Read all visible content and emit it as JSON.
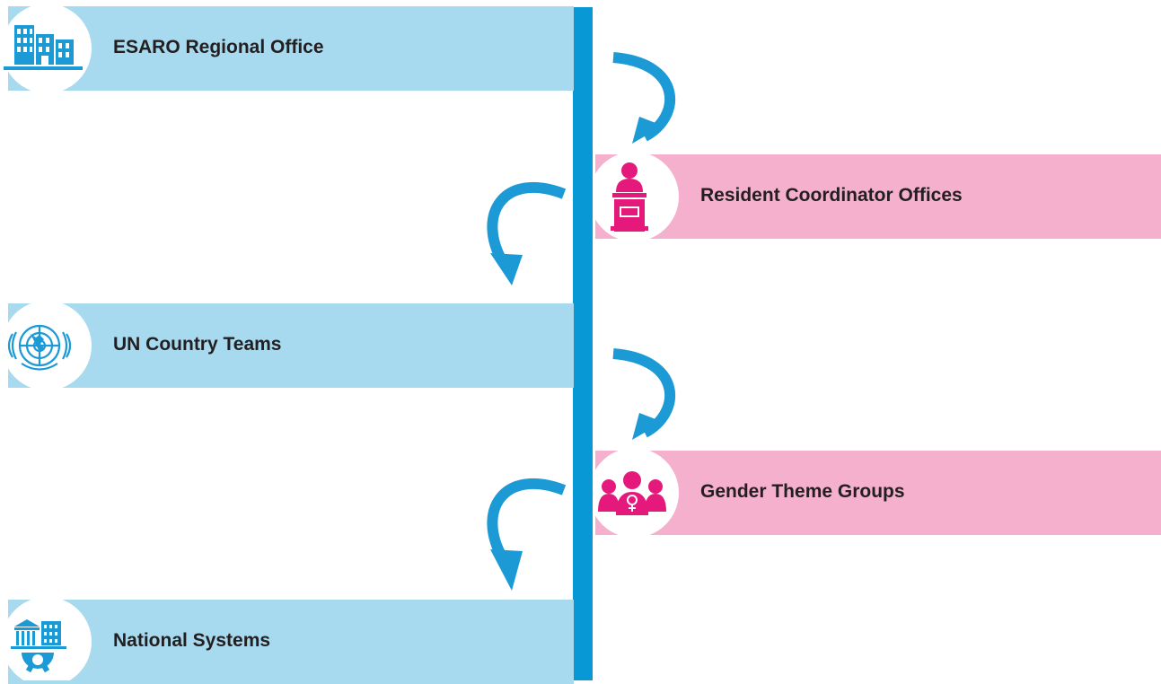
{
  "colors": {
    "blue_band": "#a7d9ef",
    "pink_band": "#f5b0ce",
    "axis_blue": "#0998d6",
    "icon_blue": "#1c9ad6",
    "icon_pink": "#e5197c"
  },
  "nodes": [
    {
      "label": "ESARO Regional Office",
      "icon": "building-icon"
    },
    {
      "label": "Resident Coordinator Offices",
      "icon": "podium-speaker-icon"
    },
    {
      "label": "UN Country Teams",
      "icon": "un-emblem-icon"
    },
    {
      "label": "Gender Theme Groups",
      "icon": "women-group-icon"
    },
    {
      "label": "National Systems",
      "icon": "institution-gear-icon"
    }
  ]
}
